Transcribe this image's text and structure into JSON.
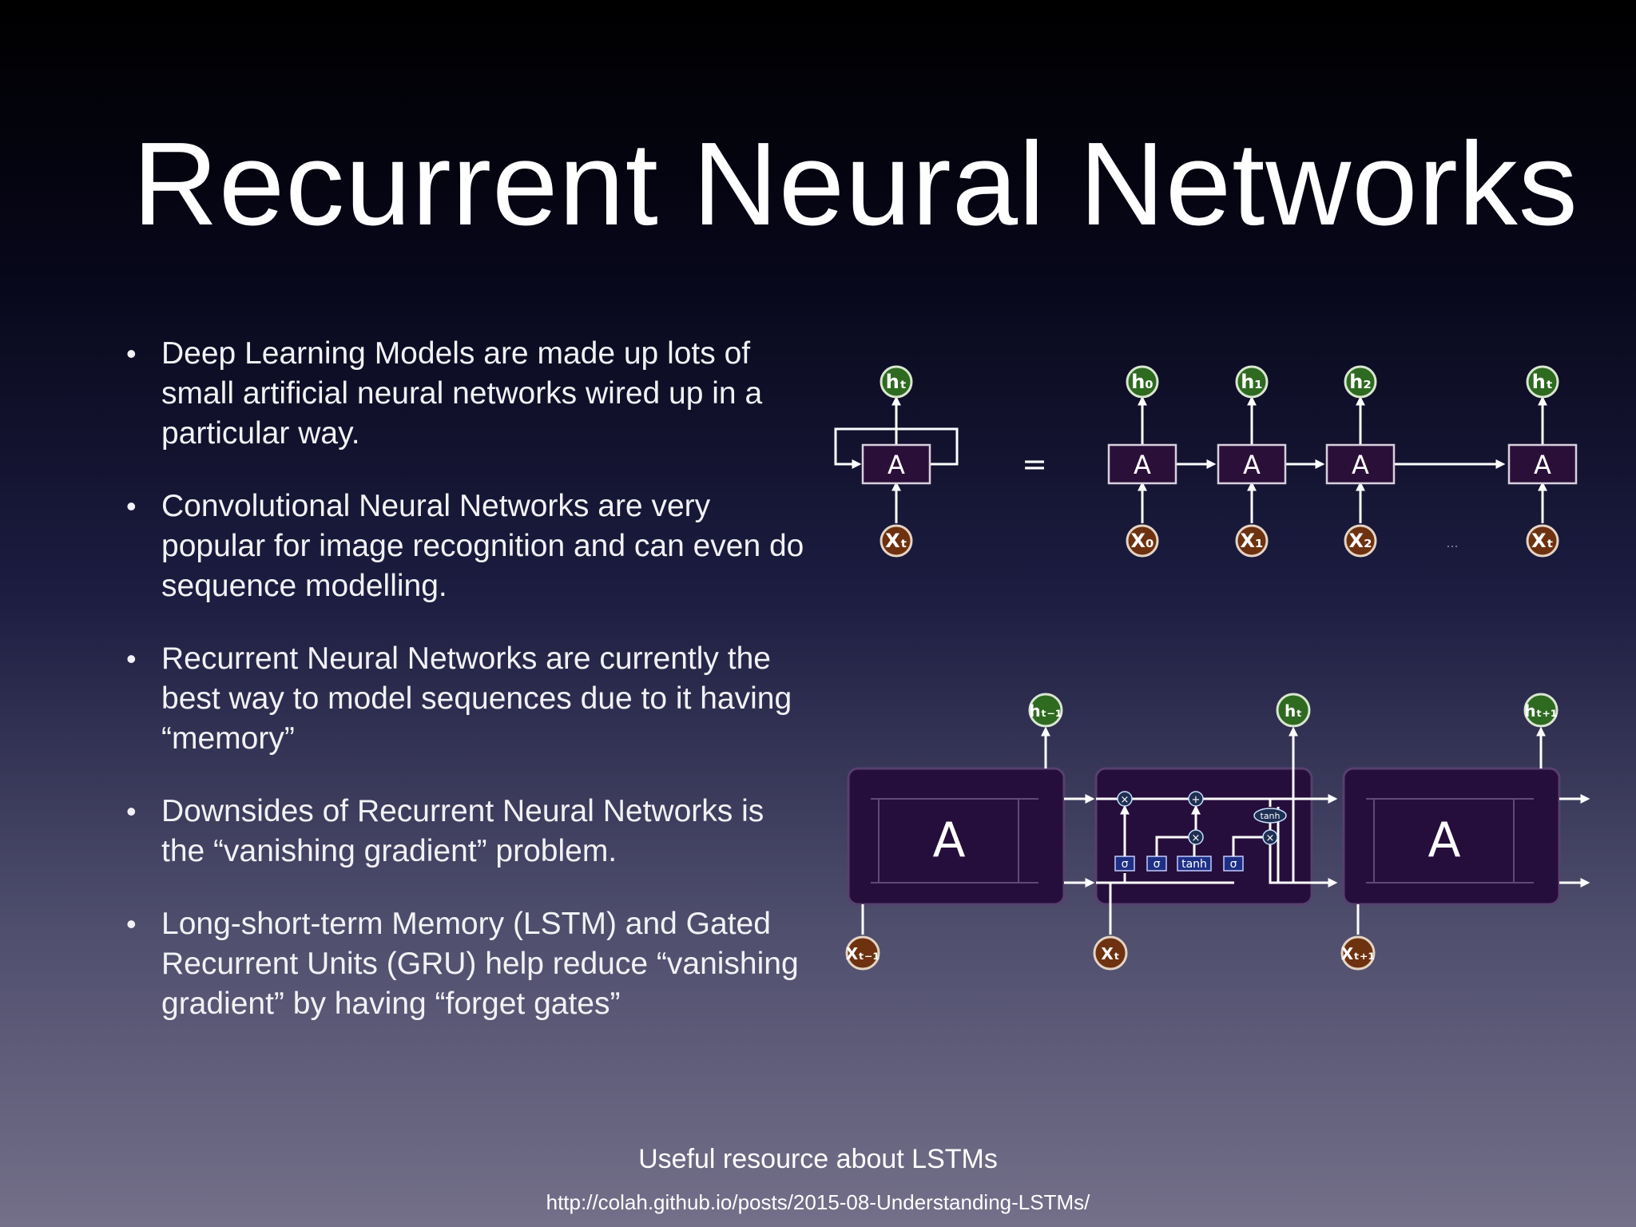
{
  "slide": {
    "title": "Recurrent Neural Networks",
    "bullets": [
      "Deep Learning Models are made up lots of small artificial neural networks wired up in a particular way.",
      "Convolutional Neural Networks are very popular for image recognition and can even do sequence modelling.",
      "Recurrent Neural Networks are currently the best way to model sequences due to it having “memory”",
      "Downsides of Recurrent Neural Networks is the “vanishing gradient” problem.",
      "Long-short-term Memory (LSTM) and Gated Recurrent Units (GRU) help reduce “vanishing gradient” by having “forget gates”"
    ],
    "bullet_symbol": "•",
    "resource_label": "Useful resource about LSTMs",
    "resource_url": "http://colah.github.io/posts/2015-08-Understanding-LSTMs/"
  },
  "rnn_diagram": {
    "cell_label": "A",
    "equals": "=",
    "ellipsis": "...",
    "folded": {
      "output": "hₜ",
      "input": "Xₜ"
    },
    "unrolled": [
      {
        "output": "h₀",
        "input": "X₀"
      },
      {
        "output": "h₁",
        "input": "X₁"
      },
      {
        "output": "h₂",
        "input": "X₂"
      },
      {
        "output": "hₜ",
        "input": "Xₜ"
      }
    ]
  },
  "lstm_diagram": {
    "cells": [
      {
        "label": "A",
        "output": "hₜ₋₁",
        "input": "Xₜ₋₁"
      },
      {
        "label": "",
        "output": "hₜ",
        "input": "Xₜ"
      },
      {
        "label": "A",
        "output": "hₜ₊₁",
        "input": "Xₜ₊₁"
      }
    ],
    "gates": [
      "σ",
      "σ",
      "tanh",
      "σ"
    ],
    "ops": {
      "multiply": "×",
      "add": "+",
      "tanh": "tanh"
    }
  },
  "colors": {
    "output_node": "#2e6a20",
    "input_node": "#6e3210",
    "cell_fill": "#260e3c",
    "gate_fill": "#1e2f86"
  }
}
